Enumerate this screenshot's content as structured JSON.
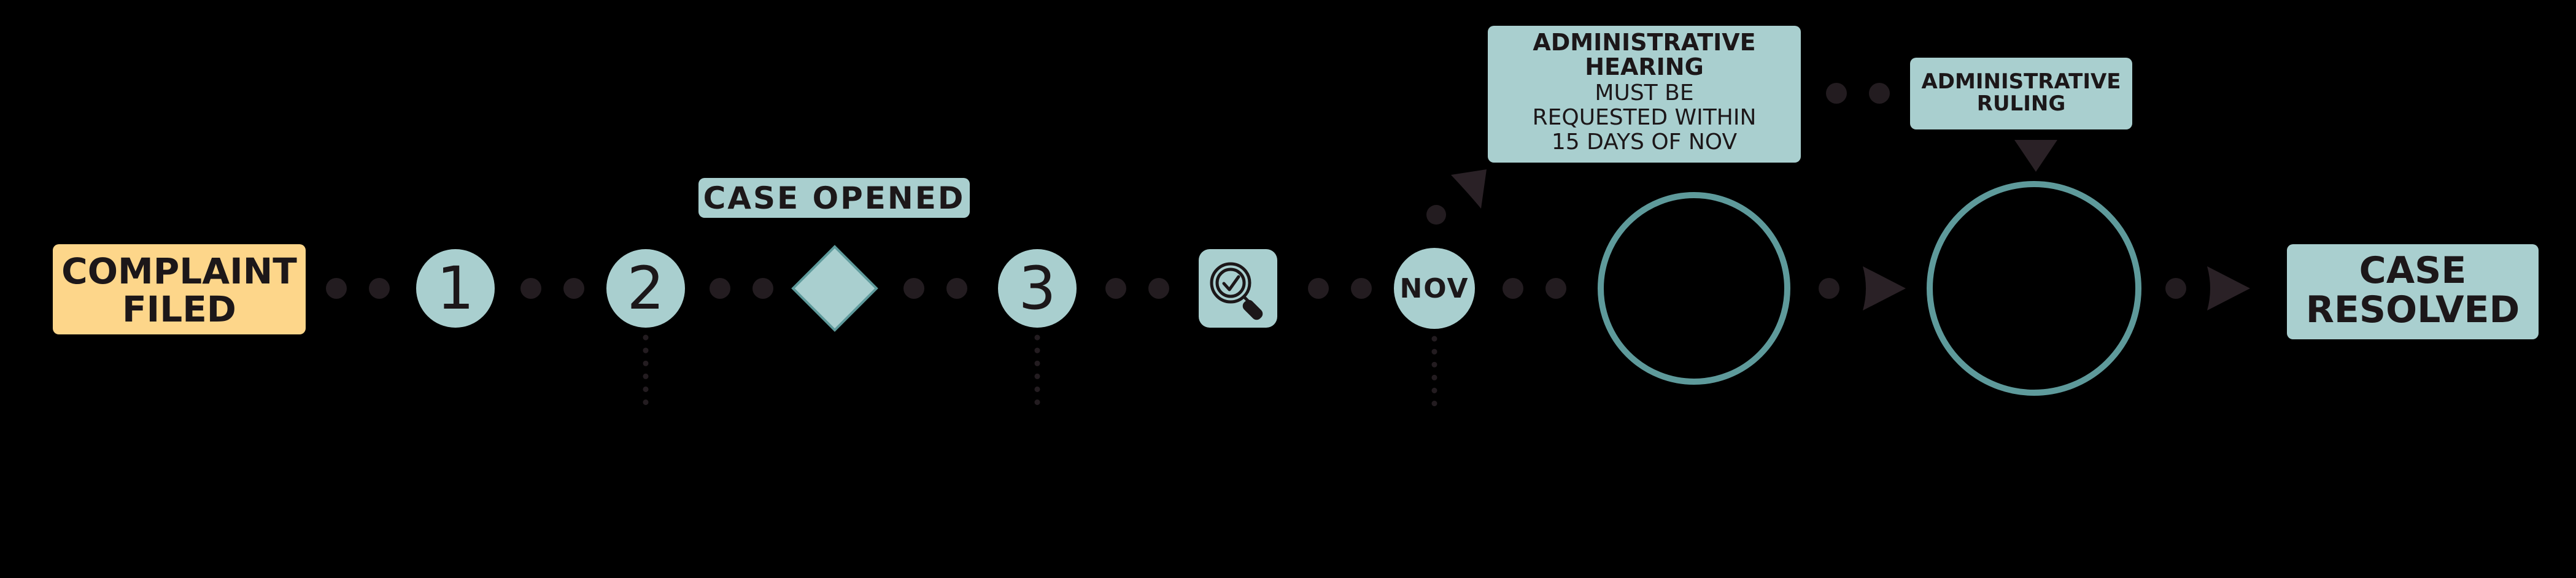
{
  "colors": {
    "background": "#000000",
    "node_fill": "#a9cfcf",
    "node_stroke": "#5e9a9b",
    "start_fill": "#fdd68a",
    "connector_dot": "#231c20",
    "arrow": "#2a2126",
    "text": "#1c1719"
  },
  "start_box": {
    "line1": "COMPLAINT",
    "line2": "FILED"
  },
  "steps": {
    "step1": "1",
    "step2": "2",
    "step3": "3",
    "nov": "NOV"
  },
  "case_opened": {
    "label": "CASE OPENED"
  },
  "review_icon": {
    "icon": "magnifier-check-icon"
  },
  "hearing": {
    "title1": "ADMINISTRATIVE",
    "title2": "HEARING",
    "note1": "MUST BE",
    "note2": "REQUESTED WITHIN",
    "note3": "15 DAYS OF NOV"
  },
  "ruling": {
    "title1": "ADMINISTRATIVE",
    "title2": "RULING"
  },
  "end_box": {
    "line1": "CASE",
    "line2": "RESOLVED"
  }
}
